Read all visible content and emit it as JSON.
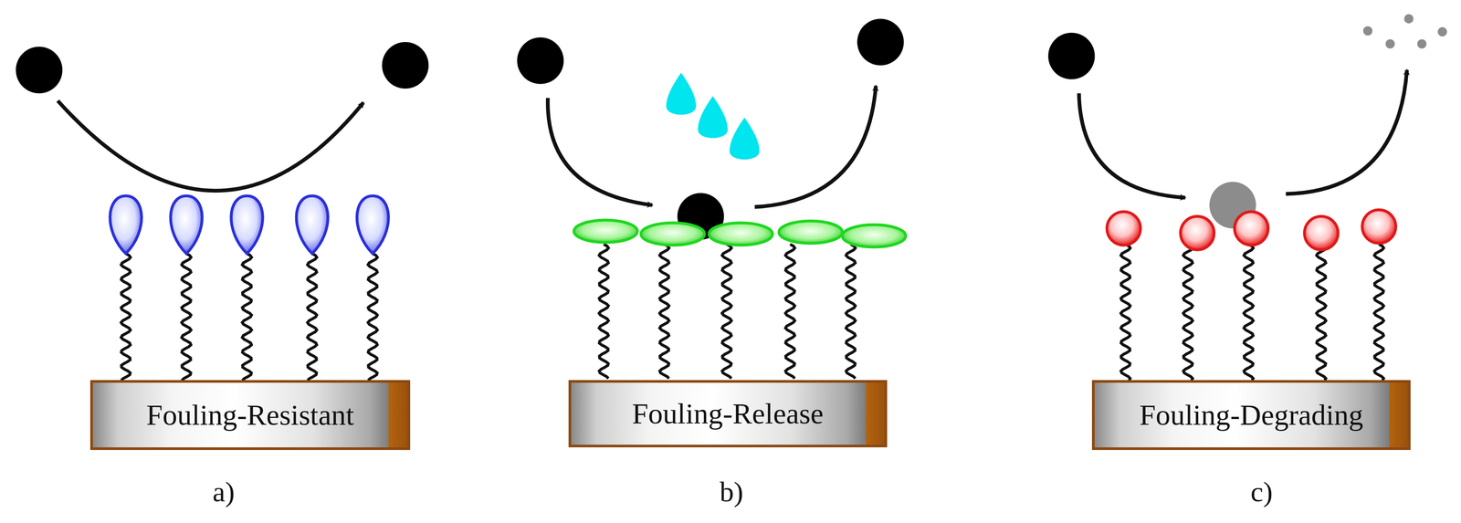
{
  "diagram": {
    "nodes": [
      {
        "text": [
          "Fouling-Resistant"
        ]
      },
      {
        "text": [
          "Fouling-Release"
        ]
      },
      {
        "text": [
          "Fouling-Degrading"
        ]
      }
    ],
    "labels": [
      "a)",
      "b)",
      "c)"
    ]
  }
}
